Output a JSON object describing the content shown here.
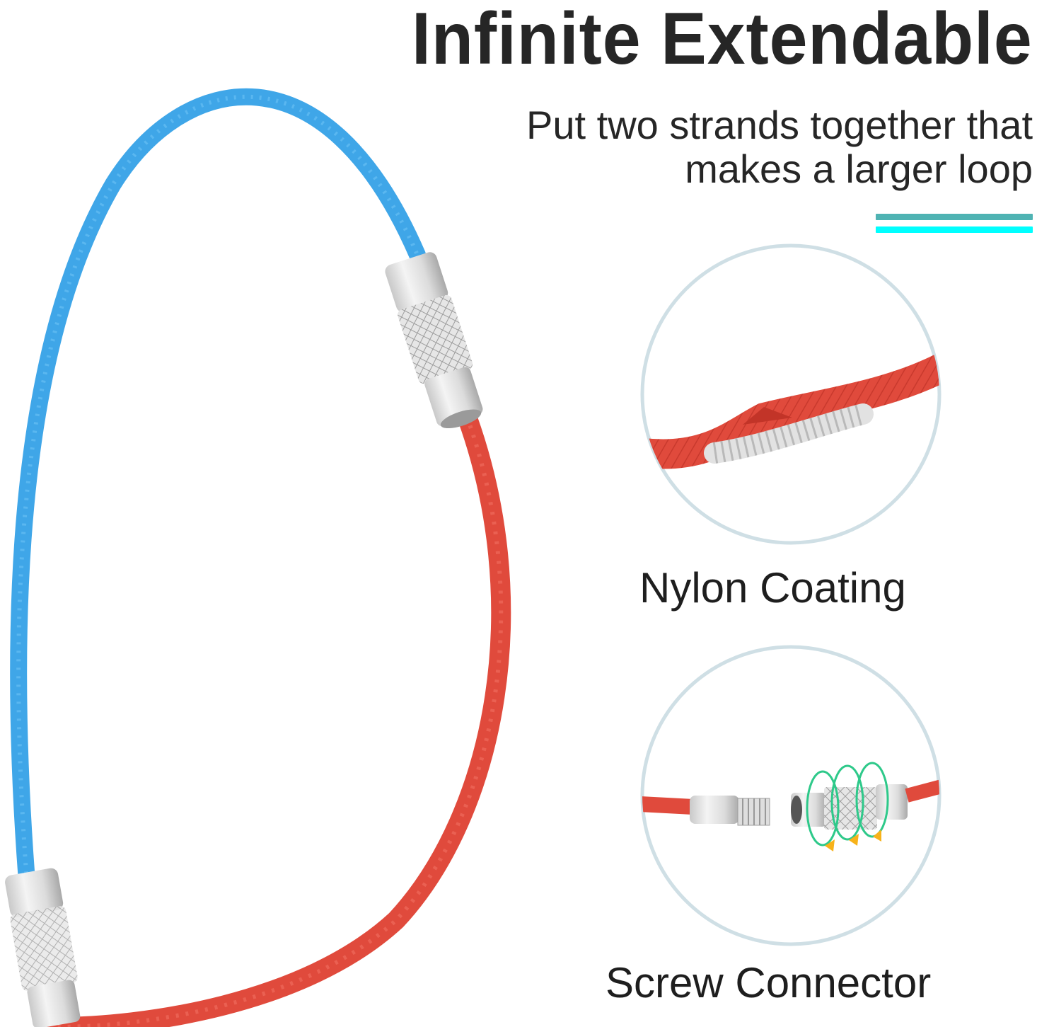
{
  "headline": "Infinite Extendable",
  "subheadline_line1": "Put two strands together that",
  "subheadline_line2": "makes a larger loop",
  "accent_lines": [
    {
      "color": "#4fb3b3"
    },
    {
      "color": "#00ffff"
    }
  ],
  "features": [
    {
      "label": "Nylon Coating",
      "image": "red-cable-stripped-icon"
    },
    {
      "label": "Screw Connector",
      "image": "screw-connector-icon"
    }
  ],
  "colors": {
    "blue_cable": "#3fa6e8",
    "red_cable": "#e04a3c",
    "circle_border": "#cfdfe5",
    "rotation_arrows": "#2ec98a",
    "arrow_heads": "#f7b21a"
  }
}
